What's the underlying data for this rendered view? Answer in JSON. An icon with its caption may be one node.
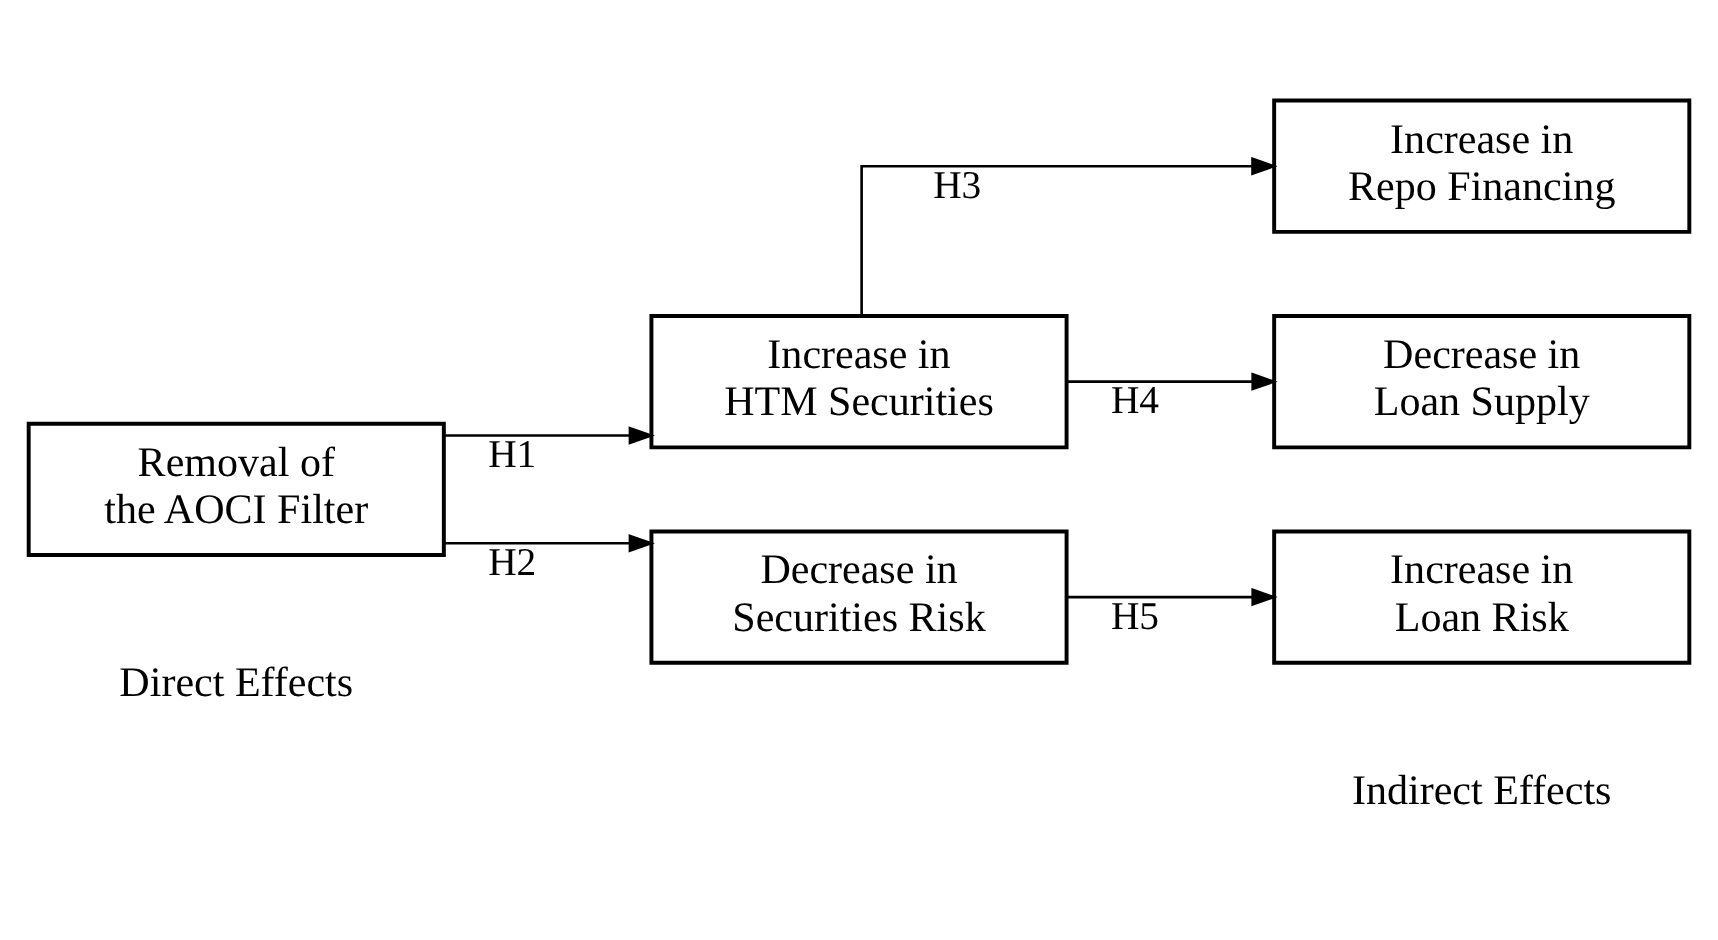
{
  "diagram": {
    "nodes": [
      {
        "text": [
          "Removal of the AOCI Filter"
        ]
      },
      {
        "text": [
          "Increase in HTM Securities"
        ]
      },
      {
        "text": [
          "Decrease in Securities Risk"
        ]
      },
      {
        "text": [
          "Increase in Repo Financing"
        ]
      },
      {
        "text": [
          "Decrease in Loan Supply"
        ]
      },
      {
        "text": [
          "Increase in Loan Risk"
        ]
      }
    ],
    "edges": [
      {
        "from": 0,
        "to": 1,
        "arrow": "to",
        "label": "H1"
      },
      {
        "from": 0,
        "to": 2,
        "arrow": "to",
        "label": "H2"
      },
      {
        "from": 1,
        "to": 3,
        "arrow": "to",
        "label": "H3"
      },
      {
        "from": 1,
        "to": 4,
        "arrow": "to",
        "label": "H4"
      },
      {
        "from": 2,
        "to": 5,
        "arrow": "to",
        "label": "H5"
      }
    ],
    "labels": [
      "Direct Effects",
      "Indirect Effects"
    ]
  }
}
